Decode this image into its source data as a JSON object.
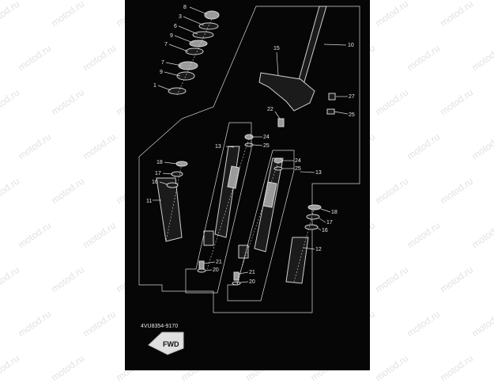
{
  "watermark": "motod.ru",
  "diagram_code": "4VU8354-9170",
  "fwd_label": "FWD",
  "callouts": {
    "c8": "8",
    "c3": "3",
    "c6": "6",
    "c9a": "9",
    "c7a": "7",
    "c7b": "7",
    "c9b": "9",
    "c1": "1",
    "c10": "10",
    "c15": "15",
    "c27": "27",
    "c22": "22",
    "c25a": "25",
    "c13a": "13",
    "c24a": "24",
    "c25b": "25",
    "c18a": "18",
    "c17a": "17",
    "c16a": "16",
    "c11": "11",
    "c24b": "24",
    "c25c": "25",
    "c13b": "13",
    "c18b": "18",
    "c17b": "17",
    "c16b": "16",
    "c12": "12",
    "c21a": "21",
    "c20a": "20",
    "c21b": "21",
    "c20b": "20"
  },
  "colors": {
    "panel": "#060606",
    "line": "#d8d8d8",
    "page": "#ffffff",
    "watermark": "#e2e2e2"
  }
}
